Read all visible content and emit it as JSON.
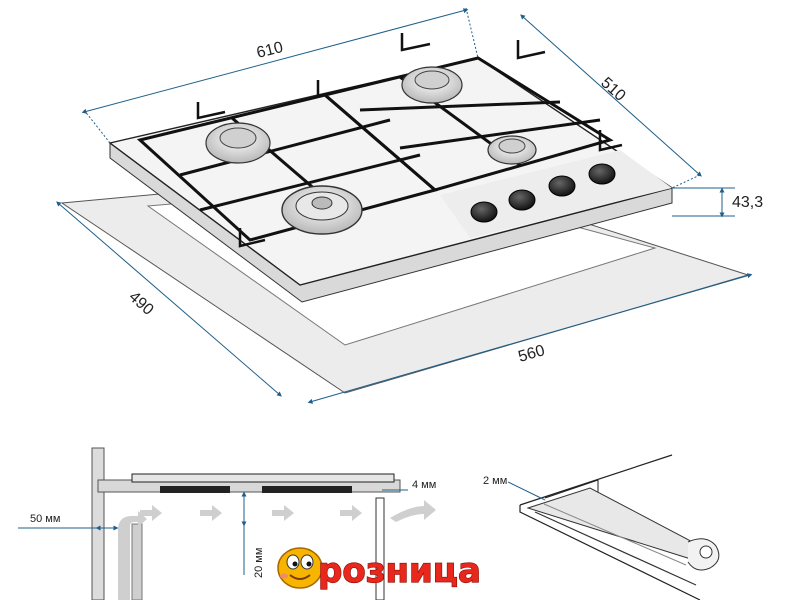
{
  "colors": {
    "dimension_line": "#1f5f8a",
    "outline": "#222222",
    "cutout_fill": "#eeeeee",
    "hob_top": "#f1f1f1",
    "knob": "#1a1a1a",
    "arrow": "#c9c9c9",
    "logo": "#e8281c"
  },
  "main_drawing": {
    "hob_width": "610",
    "hob_depth": "510",
    "hob_height": "43,3",
    "cutout_width": "560",
    "cutout_depth": "490"
  },
  "installation_section": {
    "back_clearance": "50 мм",
    "bottom_clearance": "20 мм",
    "edge_gap": "4 мм"
  },
  "seal_detail": {
    "seal_thickness": "2 мм"
  },
  "logo": {
    "text": "розница",
    "icon": "smiley-mascot-icon"
  }
}
